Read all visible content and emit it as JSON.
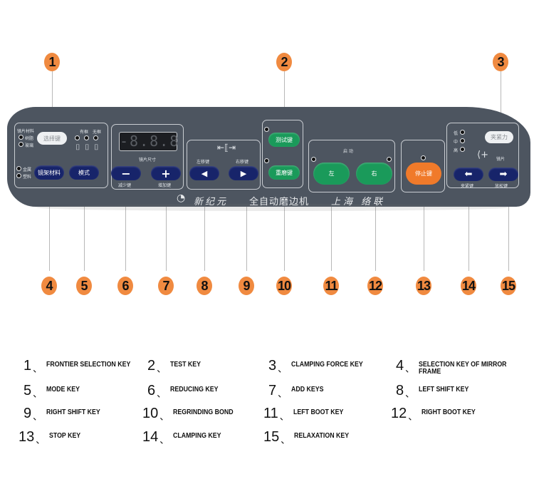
{
  "callouts": {
    "top": [
      "1",
      "2",
      "3"
    ],
    "bottom": [
      "4",
      "5",
      "6",
      "7",
      "8",
      "9",
      "10",
      "11",
      "12",
      "13",
      "14",
      "15"
    ]
  },
  "panel": {
    "lens_material": {
      "title": "镜片材料",
      "options": [
        "树脂",
        "玻璃"
      ],
      "select_key": "选择键"
    },
    "frame_type": {
      "with_frame": "有框",
      "without_frame": "无框"
    },
    "frame_material": {
      "options": [
        "金属",
        "塑料"
      ],
      "key": "镜架材料"
    },
    "mode_key": "模式",
    "lens_size": {
      "display": "-8.8.8",
      "label": "镜片尺寸",
      "minus_glyph": "−",
      "plus_glyph": "+",
      "minus_label": "减少键",
      "plus_label": "增加键"
    },
    "shift": {
      "left_label": "左移键",
      "right_label": "右移键",
      "left_glyph": "◀",
      "right_glyph": "▶"
    },
    "test_key": "测试键",
    "regrind_key": "重磨键",
    "start": {
      "title": "启 动",
      "left": "左",
      "right": "右"
    },
    "stop_key": "停止键",
    "clamp": {
      "levels": [
        "低",
        "中",
        "高"
      ],
      "force_key": "夹紧力",
      "lens_label": "镜片",
      "clamp_label": "夹紧键",
      "release_label": "放松键",
      "left_glyph": "⬅",
      "right_glyph": "➡"
    },
    "brand": {
      "name": "新纪元",
      "product": "全自动磨边机",
      "maker": "上海 络联"
    }
  },
  "legend": [
    {
      "num": "1",
      "text": "FRONTIER SELECTION KEY"
    },
    {
      "num": "2",
      "text": "TEST KEY"
    },
    {
      "num": "3",
      "text": "CLAMPING FORCE KEY"
    },
    {
      "num": "4",
      "text": "SELECTION KEY OF MIRROR FRAME"
    },
    {
      "num": "5",
      "text": "MODE KEY"
    },
    {
      "num": "6",
      "text": "REDUCING KEY"
    },
    {
      "num": "7",
      "text": "ADD KEYS"
    },
    {
      "num": "8",
      "text": "LEFT SHIFT KEY"
    },
    {
      "num": "9",
      "text": "RIGHT SHIFT KEY"
    },
    {
      "num": "10",
      "text": "REGRINDING BOND"
    },
    {
      "num": "11",
      "text": "LEFT BOOT KEY"
    },
    {
      "num": "12",
      "text": "RIGHT BOOT KEY"
    },
    {
      "num": "13",
      "text": "STOP KEY"
    },
    {
      "num": "14",
      "text": "CLAMPING KEY"
    },
    {
      "num": "15",
      "text": "RELAXATION KEY"
    }
  ],
  "legend_separator": "、",
  "colors": {
    "badge": "#f08a40",
    "panel": "#4d5560",
    "blue_key": "#17246a",
    "green_key": "#1a9a5a",
    "orange_key": "#f07a2a"
  }
}
